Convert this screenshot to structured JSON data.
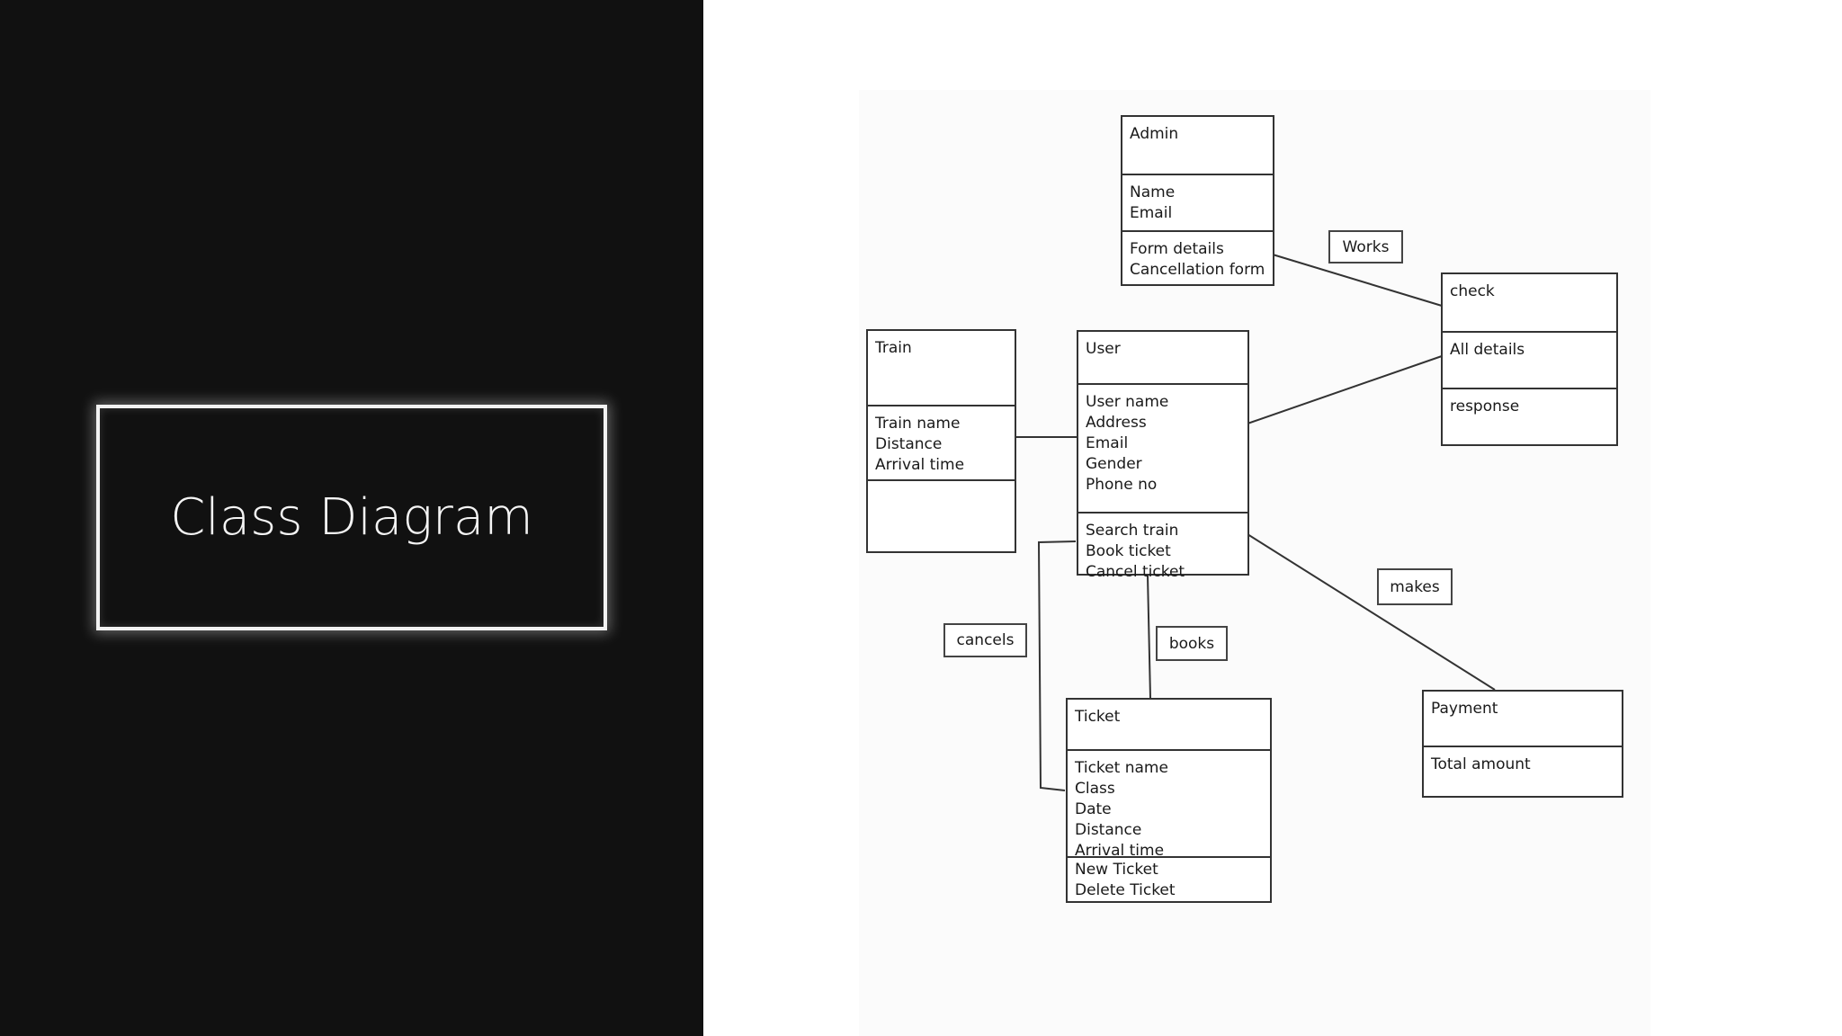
{
  "slide": {
    "title": "Class Diagram"
  },
  "classes": {
    "admin": {
      "name": "Admin",
      "attributes": [
        "Name",
        "Email"
      ],
      "operations": [
        "Form details",
        "Cancellation form"
      ]
    },
    "check": {
      "name": "check",
      "attributes": [
        "All details"
      ],
      "operations": [
        "response"
      ]
    },
    "train": {
      "name": "Train",
      "attributes": [
        "Train name",
        "Distance",
        "Arrival time"
      ],
      "operations": []
    },
    "user": {
      "name": "User",
      "attributes": [
        "User name",
        "Address",
        "Email",
        "Gender",
        "Phone no"
      ],
      "operations": [
        "Search train",
        "Book ticket",
        "Cancel ticket"
      ]
    },
    "ticket": {
      "name": "Ticket",
      "attributes": [
        "Ticket name",
        "Class",
        "Date",
        "Distance",
        "Arrival time"
      ],
      "operations": [
        "New Ticket",
        "Delete Ticket"
      ]
    },
    "payment": {
      "name": "Payment",
      "attributes": [
        "Total amount"
      ]
    }
  },
  "relationships": {
    "works": "Works",
    "makes": "makes",
    "cancels": "cancels",
    "books": "books"
  },
  "colors": {
    "left_panel": "#111111",
    "line": "#333333"
  }
}
